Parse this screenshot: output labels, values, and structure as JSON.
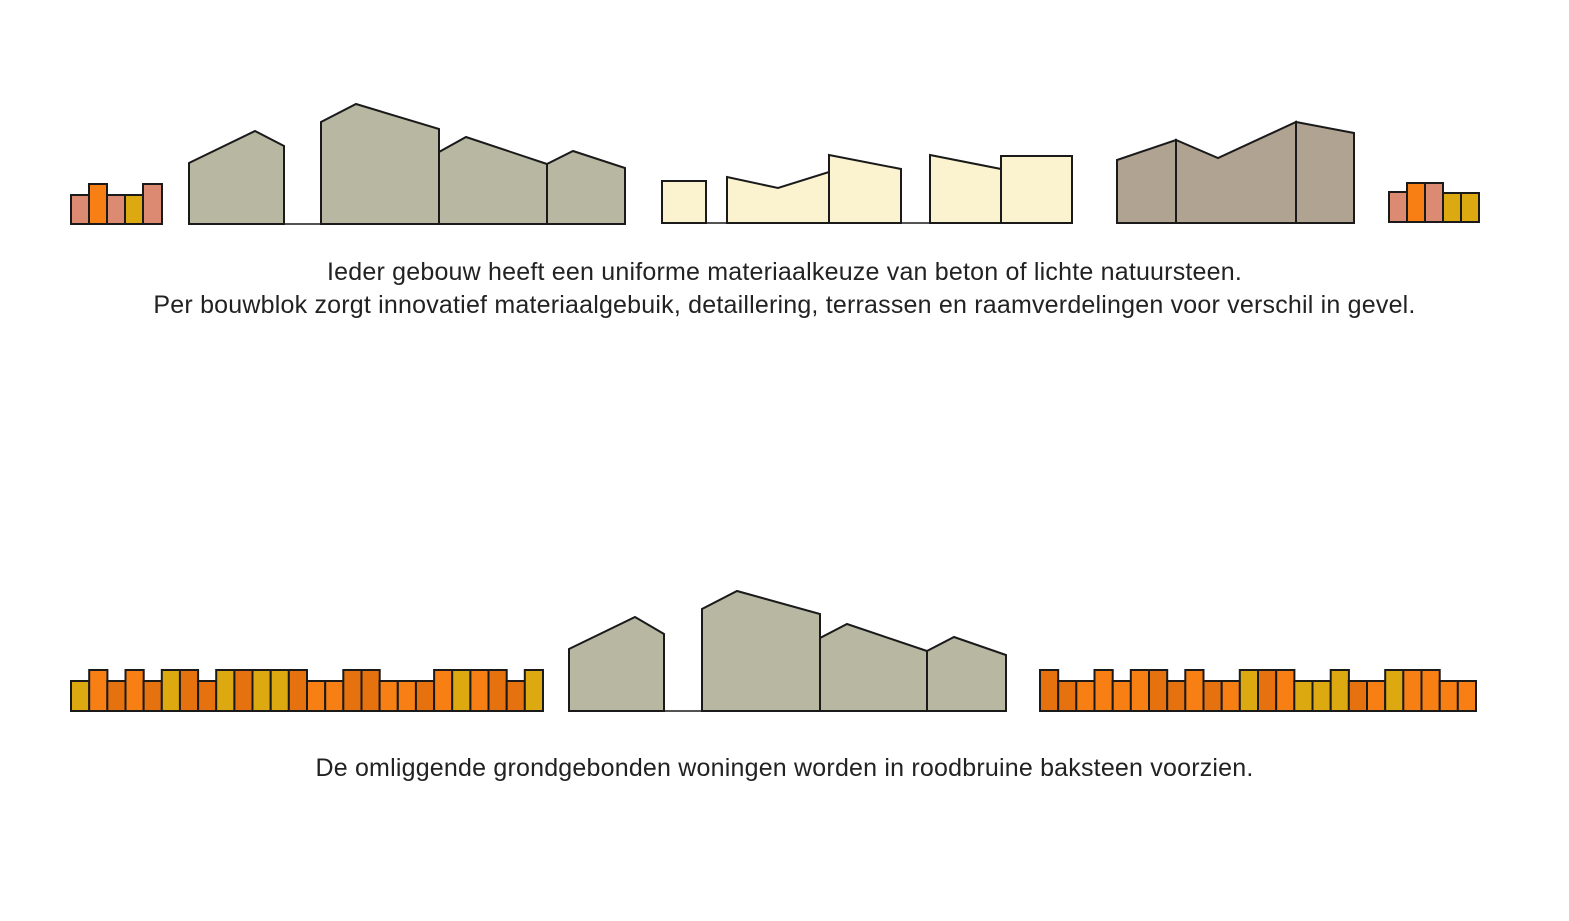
{
  "captions": {
    "top_line1": "Ieder gebouw heeft een uniforme materiaalkeuze van beton of lichte natuursteen.",
    "top_line2": "Per bouwblok zorgt innovatief materiaalgebuik, detaillering, terrassen en raamverdelingen voor verschil in gevel.",
    "bottom": "De omliggende grondgebonden woningen worden in roodbruine baksteen voorzien."
  },
  "colors": {
    "concrete": "#b8b7a2",
    "light_stone": "#fbf3cf",
    "dark_stone": "#b0a392",
    "brick_pink": "#dd8a72",
    "brick_orange": "#f77f14",
    "brick_rust": "#e5720f",
    "brick_ochre": "#dcaa10",
    "outline": "#1a1a1a"
  }
}
